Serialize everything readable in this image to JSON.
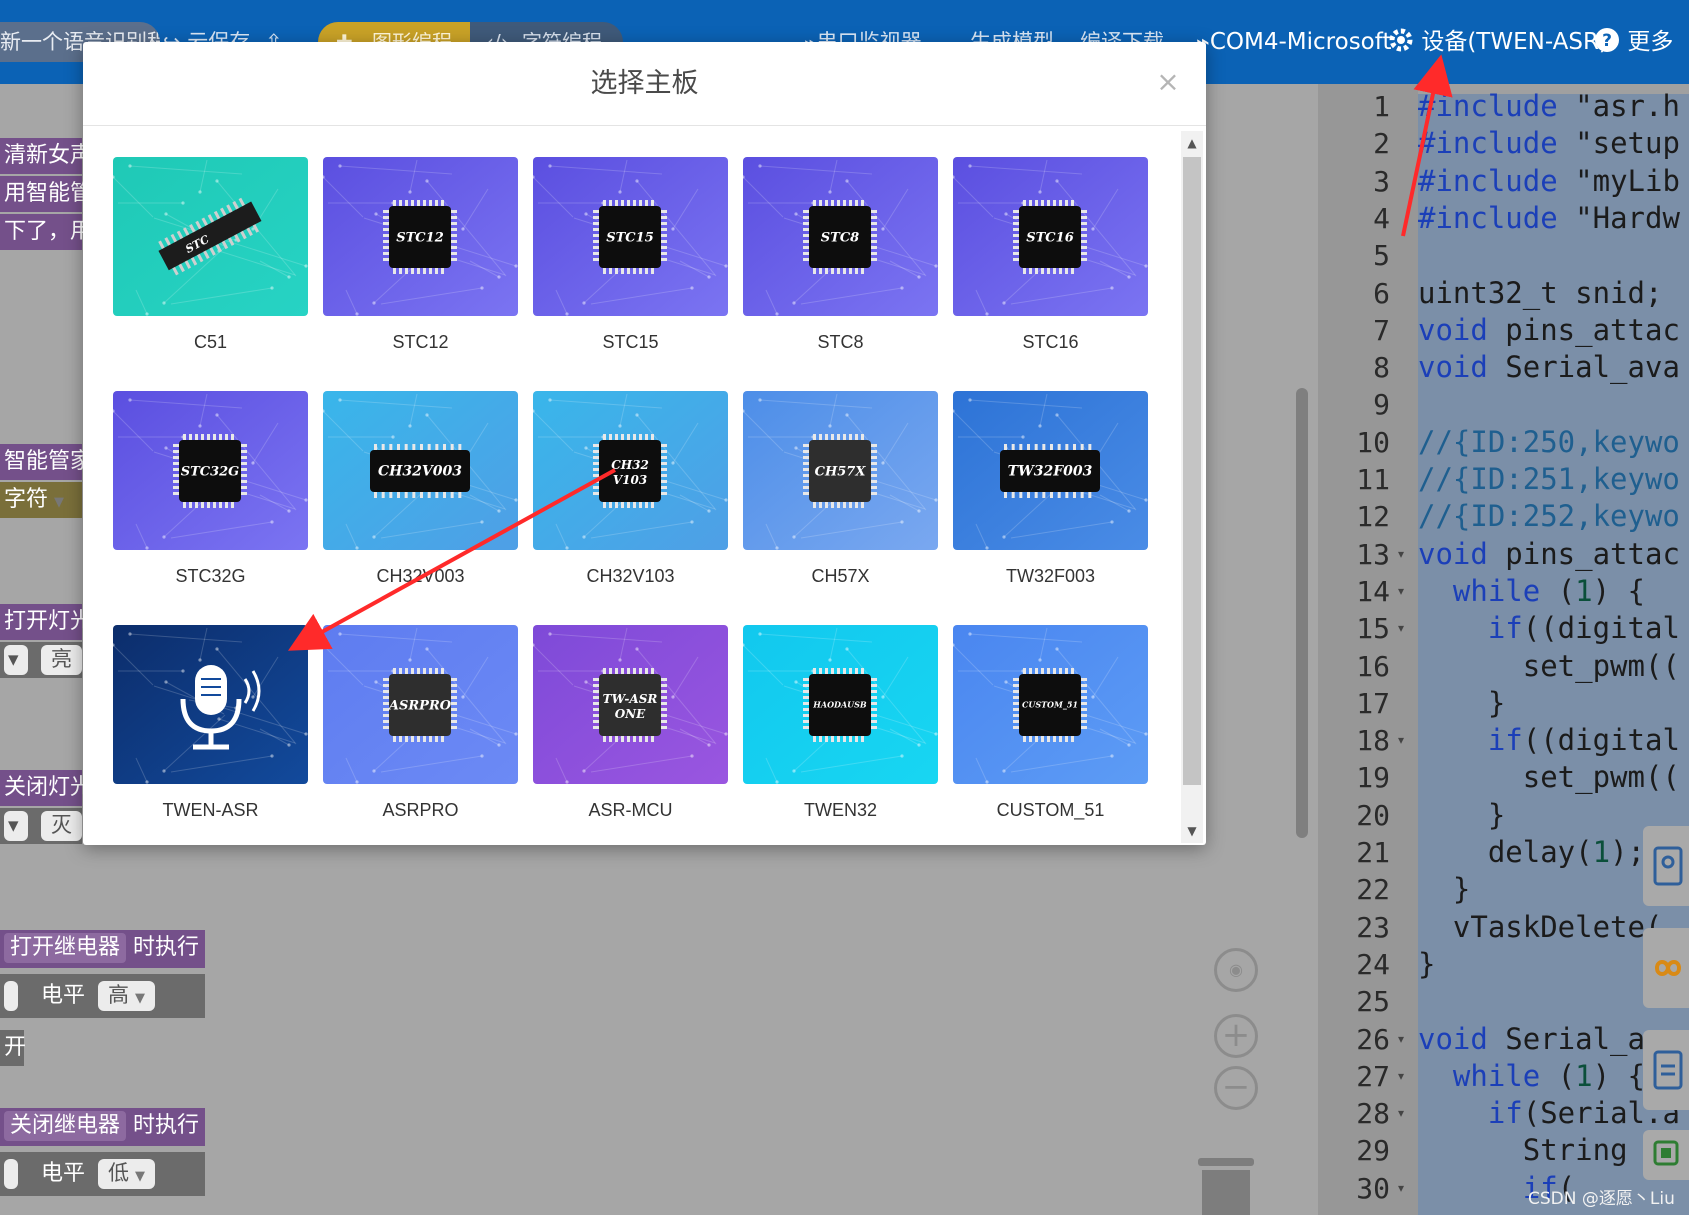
{
  "toolbar": {
    "project_name": "新一个语音识别程",
    "cloud_save": "云保存",
    "mode_graphic": "图形编程",
    "mode_code": "字符编程",
    "serial_monitor": "串口监视器",
    "gen_model": "生成模型",
    "compile_download": "编译下载",
    "port": "COM4-Microsoft",
    "device": "设备(TWEN-ASR)",
    "more": "更多"
  },
  "workspace": {
    "blocks": [
      "清新女声",
      "用智能管",
      "下了，用",
      "智能管家",
      "打开灯光",
      "关闭灯光",
      "打开继电器",
      "时执行",
      "电平",
      "高",
      "关闭继电器",
      "时执行",
      "电平",
      "低",
      "字符",
      "亮",
      "灭",
      "开"
    ]
  },
  "modal": {
    "title": "选择主板",
    "close": "×",
    "boards": [
      {
        "label": "C51",
        "chip": "STC",
        "style": "teal"
      },
      {
        "label": "STC12",
        "chip": "STC12",
        "style": "violet"
      },
      {
        "label": "STC15",
        "chip": "STC15",
        "style": "violet"
      },
      {
        "label": "STC8",
        "chip": "STC8",
        "style": "violet"
      },
      {
        "label": "STC16",
        "chip": "STC16",
        "style": "violet"
      },
      {
        "label": "STC32G",
        "chip": "STC32G",
        "style": "violet"
      },
      {
        "label": "CH32V003",
        "chip": "CH32V003",
        "style": "sky"
      },
      {
        "label": "CH32V103",
        "chip": "CH32 V103",
        "style": "sky"
      },
      {
        "label": "CH57X",
        "chip": "CH57X",
        "style": "azure"
      },
      {
        "label": "TW32F003",
        "chip": "TW32F003",
        "style": "blue"
      },
      {
        "label": "TWEN-ASR",
        "chip": "",
        "style": "navy"
      },
      {
        "label": "ASRPRO",
        "chip": "ASRPRO",
        "style": "periwinkle"
      },
      {
        "label": "ASR-MCU",
        "chip": "TW-ASR ONE",
        "style": "purple"
      },
      {
        "label": "TWEN32",
        "chip": "HAODAUSB",
        "style": "cyan"
      },
      {
        "label": "CUSTOM_51",
        "chip": "CUSTOM_51",
        "style": "cornflower"
      }
    ]
  },
  "editor": {
    "lines": [
      {
        "n": "1",
        "code": "#include \"asr.h"
      },
      {
        "n": "2",
        "code": "#include \"setup"
      },
      {
        "n": "3",
        "code": "#include \"myLib"
      },
      {
        "n": "4",
        "code": "#include \"Hardw"
      },
      {
        "n": "5",
        "code": ""
      },
      {
        "n": "6",
        "code": "uint32_t snid;"
      },
      {
        "n": "7",
        "code": "void pins_attac"
      },
      {
        "n": "8",
        "code": "void Serial_ava"
      },
      {
        "n": "9",
        "code": ""
      },
      {
        "n": "10",
        "code": "//{ID:250,keywo"
      },
      {
        "n": "11",
        "code": "//{ID:251,keywo"
      },
      {
        "n": "12",
        "code": "//{ID:252,keywo"
      },
      {
        "n": "13",
        "code": "void pins_attac"
      },
      {
        "n": "14",
        "code": "  while (1) {"
      },
      {
        "n": "15",
        "code": "    if((digital"
      },
      {
        "n": "16",
        "code": "      set_pwm(("
      },
      {
        "n": "17",
        "code": "    }"
      },
      {
        "n": "18",
        "code": "    if((digital"
      },
      {
        "n": "19",
        "code": "      set_pwm(("
      },
      {
        "n": "20",
        "code": "    }"
      },
      {
        "n": "21",
        "code": "    delay(1);"
      },
      {
        "n": "22",
        "code": "  }"
      },
      {
        "n": "23",
        "code": "  vTaskDelete("
      },
      {
        "n": "24",
        "code": "}"
      },
      {
        "n": "25",
        "code": ""
      },
      {
        "n": "26",
        "code": "void Serial_a"
      },
      {
        "n": "27",
        "code": "  while (1) {"
      },
      {
        "n": "28",
        "code": "    if(Serial.a"
      },
      {
        "n": "29",
        "code": "      String"
      },
      {
        "n": "30",
        "code": "      if("
      }
    ]
  },
  "watermark": "CSDN @逐愿丶Liu",
  "colors": {
    "toolbar": "#0b62b5",
    "annotation": "#ff2a2a",
    "graphic_mode": "#c9a227"
  },
  "icons": [
    "share-icon",
    "upload-icon",
    "puzzle-icon",
    "code-icon",
    "link-icon",
    "gear-icon",
    "help-icon",
    "target-icon",
    "zoom-in-icon",
    "zoom-out-icon",
    "trash-icon",
    "microphone-icon"
  ]
}
